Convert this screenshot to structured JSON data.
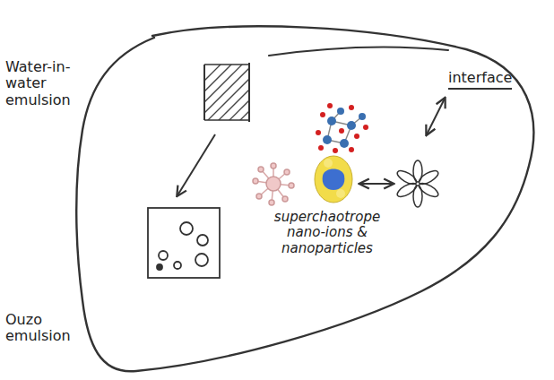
{
  "diagram": {
    "labels": [
      "Water-in-water emulsion",
      "interface",
      "superchaotrope nano-ions & nanoparticles",
      "Ouzo emulsion"
    ]
  }
}
